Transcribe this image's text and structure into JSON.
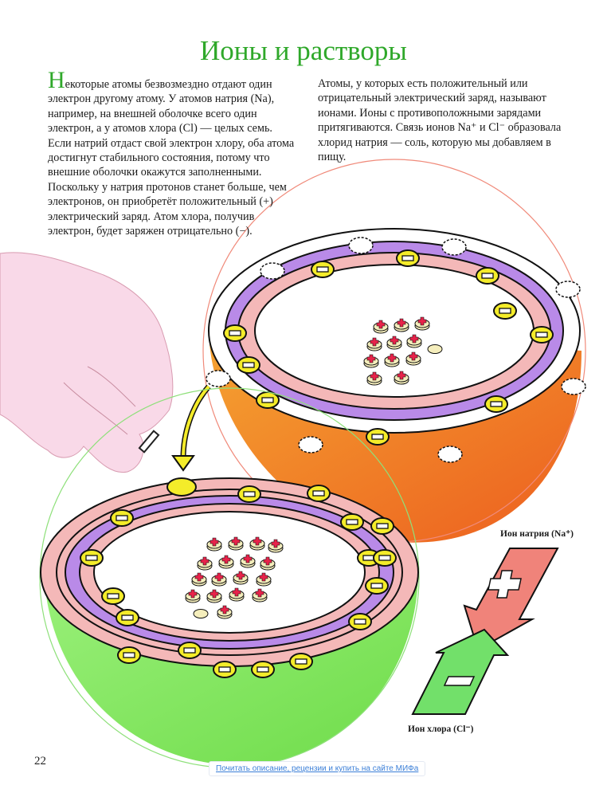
{
  "page": {
    "title": "Ионы и растворы",
    "page_number": "22",
    "accent_color": "#2fa82a"
  },
  "column_left": {
    "dropcap": "Н",
    "text": "екоторые атомы безвозмездно отдают один электрон другому атому. У атомов натрия (Na), например, на внешней оболочке всего один электрон, а у атомов хлора (Cl) — целых семь. Если натрий отдаст свой электрон хлору, оба атома достигнут стабильного состояния, потому что внешние оболочки окажутся заполненными. Поскольку у натрия протонов станет больше, чем электронов, он приобретёт положительный (+) электрический заряд. Атом хлора, получив электрон, будет заряжен отрицательно (−)."
  },
  "column_right": {
    "text": "Атомы, у которых есть положительный или отрицательный электрический заряд, называют ионами. Ионы с противоположными зарядами притягиваются. Связь ионов Na⁺ и Cl⁻ образовала хлорид натрия — соль, которую мы добавляем в пищу."
  },
  "illustration": {
    "sodium_ion_label": "Ион натрия (Na⁺)",
    "chlorine_ion_label": "Ион хлора (Cl⁻)",
    "sodium_color": "#f07a2a",
    "chlorine_color": "#7fe05a",
    "electron_color": "#f4ec2a",
    "proton_color": "#e8234a",
    "sodium_arrow_color": "#f0837a",
    "chlorine_arrow_color": "#72e06a"
  },
  "footer": {
    "shop_link": "Почитать описание, рецензии и купить на сайте МИФа"
  }
}
